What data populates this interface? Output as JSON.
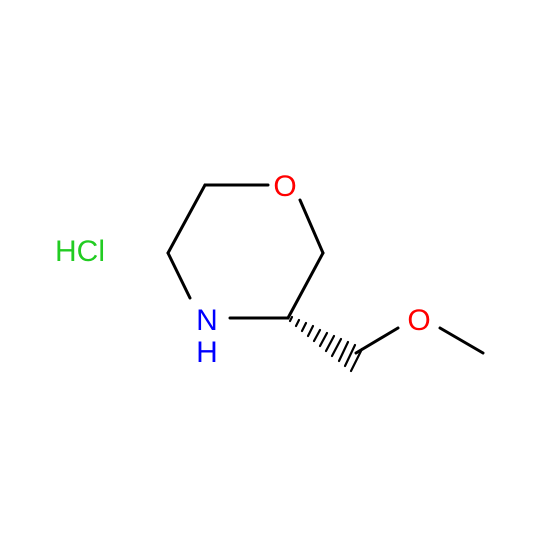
{
  "molecule": {
    "counterion": {
      "label": "HCl",
      "color": "#22cc22"
    },
    "atoms": {
      "ring_oxygen": {
        "label": "O",
        "color": "#ff0000"
      },
      "ring_nitrogen": {
        "label": "N",
        "color": "#0000ff"
      },
      "nitrogen_hydrogen": {
        "label": "H",
        "color": "#0000ff"
      },
      "ether_oxygen": {
        "label": "O",
        "color": "#ff0000"
      }
    }
  }
}
